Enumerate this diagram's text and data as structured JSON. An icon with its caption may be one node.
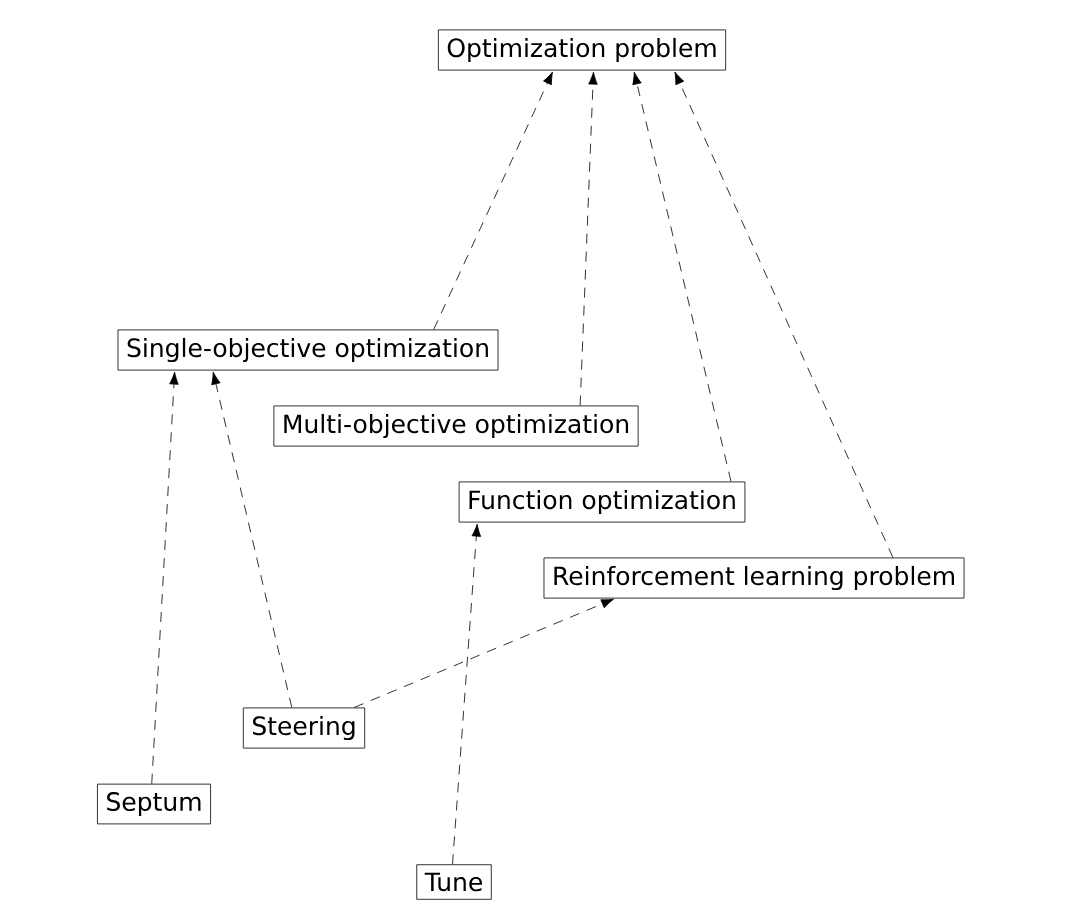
{
  "diagram": {
    "nodes": [
      {
        "text": [
          "Optimization problem"
        ]
      },
      {
        "text": [
          "Single-objective optimization"
        ]
      },
      {
        "text": [
          "Multi-objective optimization"
        ]
      },
      {
        "text": [
          "Function optimization"
        ]
      },
      {
        "text": [
          "Reinforcement learning problem"
        ]
      },
      {
        "text": [
          "Steering"
        ]
      },
      {
        "text": [
          "Septum"
        ]
      },
      {
        "text": [
          "Tune"
        ]
      }
    ],
    "edges": [
      {
        "from": 1,
        "to": 0,
        "arrow": "to",
        "style": "dashed"
      },
      {
        "from": 2,
        "to": 0,
        "arrow": "to",
        "style": "dashed"
      },
      {
        "from": 3,
        "to": 0,
        "arrow": "to",
        "style": "dashed"
      },
      {
        "from": 4,
        "to": 0,
        "arrow": "to",
        "style": "dashed"
      },
      {
        "from": 5,
        "to": 1,
        "arrow": "to",
        "style": "dashed"
      },
      {
        "from": 6,
        "to": 1,
        "arrow": "to",
        "style": "dashed"
      },
      {
        "from": 5,
        "to": 4,
        "arrow": "to",
        "style": "dashed"
      },
      {
        "from": 7,
        "to": 3,
        "arrow": "to",
        "style": "dashed"
      }
    ]
  }
}
